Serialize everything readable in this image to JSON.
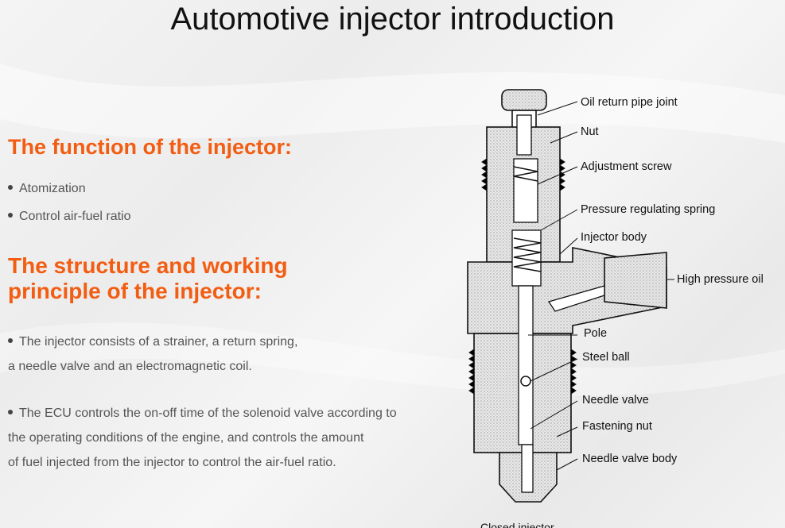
{
  "title": "Automotive injector introduction",
  "function_section": {
    "heading": "The function of the injector:",
    "bullets": [
      "Atomization",
      "Control air-fuel ratio"
    ]
  },
  "structure_section": {
    "heading": "The structure and working principle of the injector:",
    "paragraphs": [
      {
        "lines": [
          "The injector consists of a strainer, a return spring,",
          "a needle valve and an electromagnetic coil."
        ]
      },
      {
        "lines": [
          "The ECU controls the on-off time of the solenoid valve according to",
          "the operating conditions of the engine, and controls the amount",
          "of fuel injected from the injector to control the air-fuel ratio."
        ]
      }
    ]
  },
  "diagram": {
    "labels": [
      "Oil return pipe joint",
      "Nut",
      "Adjustment screw",
      "Pressure regulating spring",
      "Injector body",
      "High pressure oil",
      "Pole",
      "Steel ball",
      "Needle valve",
      "Fastening nut",
      "Needle valve body"
    ],
    "caption": "Closed injector"
  },
  "colors": {
    "accent": "#f35d12",
    "body_text": "#555555",
    "title": "#111111"
  }
}
